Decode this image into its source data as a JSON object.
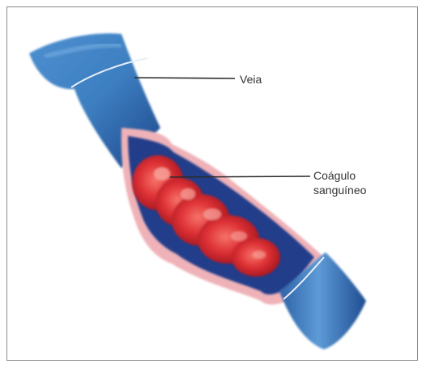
{
  "labels": {
    "vein": "Veia",
    "clot_line1": "Coágulo",
    "clot_line2": "sanguíneo"
  },
  "colors": {
    "vein_outer": "#3d7fc1",
    "vein_dark": "#1c3f86",
    "vein_inner": "#223d8a",
    "wall_pink": "#efb2b8",
    "clot_red": "#d9282c",
    "clot_highlight": "#f2625a",
    "leader_line": "#2b2b2b"
  }
}
